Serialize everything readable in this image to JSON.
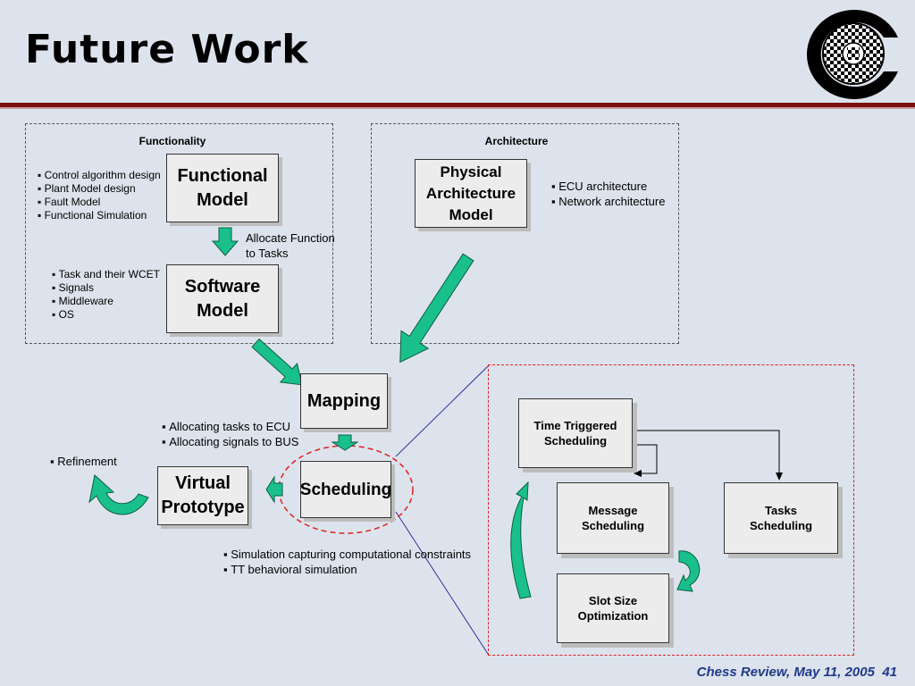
{
  "title": "Future Work",
  "footer": {
    "text": "Chess Review, May 11, 2005",
    "page": "41"
  },
  "functionality_region": {
    "heading": "Functionality",
    "functional_model": {
      "line1": "Functional",
      "line2": "Model"
    },
    "functional_bullets": [
      "Control algorithm design",
      "Plant Model design",
      "Fault Model",
      "Functional Simulation"
    ],
    "allocate_label": {
      "line1": "Allocate Function",
      "line2": "to Tasks"
    },
    "software_model": {
      "line1": "Software",
      "line2": "Model"
    },
    "software_bullets": [
      "Task and their WCET",
      "Signals",
      "Middleware",
      "OS"
    ]
  },
  "architecture_region": {
    "heading": "Architecture",
    "physical_model": {
      "line1": "Physical",
      "line2": "Architecture",
      "line3": "Model"
    },
    "bullets": [
      "ECU architecture",
      "Network architecture"
    ]
  },
  "mapping": {
    "label": "Mapping",
    "bullets": [
      "Allocating tasks to ECU",
      "Allocating signals to BUS"
    ]
  },
  "scheduling": {
    "label": "Scheduling",
    "bullets": [
      "Simulation capturing computational constraints",
      "TT behavioral simulation"
    ]
  },
  "virtual_prototype": {
    "line1": "Virtual",
    "line2": "Prototype",
    "refinement": "Refinement"
  },
  "detail": {
    "tt": {
      "line1": "Time Triggered",
      "line2": "Scheduling"
    },
    "msg": {
      "line1": "Message",
      "line2": "Scheduling"
    },
    "tasks": {
      "line1": "Tasks",
      "line2": "Scheduling"
    },
    "slot": {
      "line1": "Slot Size",
      "line2": "Optimization"
    }
  },
  "colors": {
    "arrow_green": "#19c08c",
    "rule": "#7a1010",
    "footer": "#1f3a8a",
    "highlight": "#e02020"
  }
}
